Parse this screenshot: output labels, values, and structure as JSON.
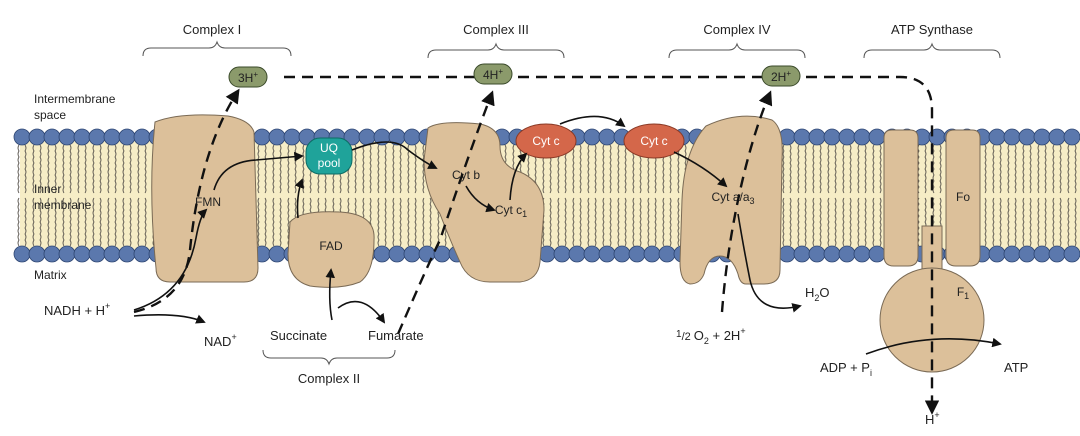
{
  "colors": {
    "protein": "#dcc09a",
    "protein_stroke": "#7a6a55",
    "bilayer": "#f6edc6",
    "head": "#5b78ad",
    "uq_pool": "#1fa39a",
    "cyt_c": "#d4674a",
    "proton_badge": "#8b9a6b",
    "arrow": "#111111"
  },
  "region_labels": {
    "intermembrane_line1": "Intermembrane",
    "intermembrane_line2": "space",
    "inner_line1": "Inner",
    "inner_line2": "membrane",
    "matrix": "Matrix"
  },
  "complexes": {
    "c1": "Complex I",
    "c2": "Complex II",
    "c3": "Complex III",
    "c4": "Complex IV",
    "atp_synthase": "ATP Synthase"
  },
  "badges": {
    "c1": "3H",
    "c3": "4H",
    "c4": "2H",
    "plus": "+"
  },
  "labels": {
    "fmn": "FMN",
    "uq_line1": "UQ",
    "uq_line2": "pool",
    "fad": "FAD",
    "cyt_b": "Cyt b",
    "cyt_c1": "Cyt c",
    "cyt_c1_sub": "1",
    "cyt_c_left": "Cyt c",
    "cyt_c_right": "Cyt c",
    "cyt_aa3": "Cyt a/a",
    "cyt_aa3_sub": "3",
    "fo": "Fo",
    "f1": "F",
    "f1_sub": "1"
  },
  "reactions": {
    "nadh": "NADH + H",
    "nadh_sup": "+",
    "nad": "NAD",
    "nad_sup": "+",
    "succinate": "Succinate",
    "fumarate": "Fumarate",
    "h2o_h": "H",
    "h2o_sub": "2",
    "h2o_o": "O",
    "half": "1",
    "half_den": "/2",
    "o2": "O",
    "o2_sub": "2",
    "o2_rest": " + 2H",
    "o2_sup": "+",
    "adp": "ADP + P",
    "adp_sub": "i",
    "atp": "ATP",
    "hplus": "H",
    "hplus_sup": "+"
  }
}
